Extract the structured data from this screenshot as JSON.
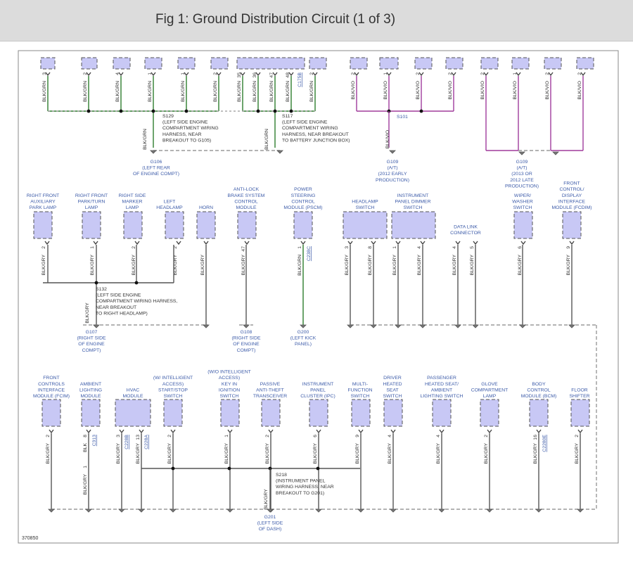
{
  "header": {
    "title": "Fig 1: Ground Distribution Circuit (1 of 3)"
  },
  "figure_number": "370850",
  "colors": {
    "component_fill": "#c8c8f5",
    "label_blue": "#3b5aa8",
    "wire_green": "#2e7d2e",
    "wire_violet": "#a03c9c",
    "wire_dark": "#555555",
    "ground_bus": "#9a9a9a"
  },
  "top": {
    "pins": [
      "3",
      "2",
      "4",
      "1",
      "1",
      "2",
      "35",
      "36",
      "47",
      "48",
      "2",
      "2",
      "1",
      "2",
      "2",
      "2",
      "1",
      "2",
      "2"
    ],
    "wires": [
      "BLK/GRN",
      "BLK/GRN",
      "BLK/GRN",
      "BLK/GRN",
      "BLK/GRN",
      "BLK/GRN",
      "BLK/GRN",
      "BLK/GRN",
      "BLK/GRN",
      "BLK/GRN",
      "BLK/GRN",
      "BLK/VIO",
      "BLK/VIO",
      "BLK/VIO",
      "BLK/VIO",
      "BLK/VIO",
      "BLK/VIO",
      "BLK/VIO",
      "BLK/VIO"
    ],
    "connector": "C175B",
    "splices": {
      "s129": [
        "S129",
        "(LEFT SIDE ENGINE",
        "COMPARTMENT WIRING",
        "HARNESS, NEAR",
        "BREAKOUT TO G105)"
      ],
      "s117": [
        "S117",
        "(LEFT SIDE ENGINE",
        "COMPARTMENT WIRING",
        "HARNESS, NEAR BREAKOUT",
        "TO BATTERY JUNCTION BOX)"
      ],
      "s101": [
        "S101"
      ]
    },
    "grounds": {
      "g106": [
        "G106",
        "(LEFT REAR",
        "OF ENGINE COMPT)"
      ],
      "g109a": [
        "G109",
        "(A/T)",
        "(2012 EARLY",
        "PRODUCTION)"
      ],
      "g109b": [
        "G109",
        "(A/T)",
        "(2013 OR",
        "2012 LATE",
        "PRODUCTION)"
      ]
    }
  },
  "middle": {
    "components": [
      {
        "lines": [
          "RIGHT FRONT",
          "AUXILIARY",
          "PARK LAMP"
        ],
        "pin": "2",
        "wire": "BLK/GRY"
      },
      {
        "lines": [
          "RIGHT FRONT",
          "PARK/TURN",
          "LAMP"
        ],
        "pin": "1",
        "wire": "BLK/GRY"
      },
      {
        "lines": [
          "RIGHT SIDE",
          "MARKER",
          "LAMP"
        ],
        "pin": "2",
        "wire": "BLK/GRY"
      },
      {
        "lines": [
          "LEFT",
          "HEADLAMP"
        ],
        "pin": "2",
        "wire": "BLK/GRY"
      },
      {
        "lines": [
          "HORN"
        ],
        "pin": "",
        "wire": "BLK/GRY"
      },
      {
        "lines": [
          "ANTI-LOCK",
          "BRAKE SYSTEM",
          "CONTROL",
          "MODULE"
        ],
        "pin": "47",
        "wire": "BLK/GRY"
      },
      {
        "lines": [
          "POWER",
          "STEERING",
          "CONTROL",
          "MODULE (PSCM)"
        ],
        "pin": "1",
        "wire": "BLK/GRN",
        "connector": "C238C"
      },
      {
        "lines": [
          "HEADLAMP",
          "SWITCH"
        ],
        "pins": [
          "3",
          "8"
        ],
        "wire": "BLK/GRY"
      },
      {
        "lines": [
          "INSTRUMENT",
          "PANEL DIMMER",
          "SWITCH"
        ],
        "pins": [
          "1",
          "4"
        ],
        "wire": "BLK/GRY"
      },
      {
        "lines": [
          "DATA LINK",
          "CONNECTOR"
        ],
        "pins": [
          "4",
          "5"
        ],
        "wire": "BLK/GRY"
      },
      {
        "lines": [
          "WIPER/",
          "WASHER",
          "SWITCH"
        ],
        "pin": "6",
        "wire": "BLK/GRY"
      },
      {
        "lines": [
          "FRONT",
          "CONTROL/",
          "DISPLAY",
          "INTERFACE",
          "MODULE (FCDIM)"
        ],
        "pin": "9",
        "wire": "BLK/GRY"
      }
    ],
    "splice_s132": [
      "S132",
      "(LEFT SIDE ENGINE",
      "COMPARTMENT WIRING HARNESS,",
      "NEAR BREAKOUT",
      "TO RIGHT HEADLAMP)"
    ],
    "grounds": {
      "g107": [
        "G107",
        "(RIGHT SIDE",
        "OF ENGINE",
        "COMPT)"
      ],
      "g108": [
        "G108",
        "(RIGHT SIDE",
        "OF ENGINE",
        "COMPT)"
      ],
      "g200": [
        "G200",
        "(LEFT KICK",
        "PANEL)"
      ]
    }
  },
  "bottom": {
    "components": [
      {
        "lines": [
          "FRONT",
          "CONTROLS",
          "INTERFACE",
          "MODULE (FCIM)"
        ],
        "pin": "2",
        "wire": "BLK/GRY"
      },
      {
        "lines": [
          "AMBIENT",
          "LIGHTING",
          "MODULE"
        ],
        "pin": "8",
        "wire": "BLK",
        "connector": "C313",
        "pin2": "1",
        "wire2": "BLK/GRY"
      },
      {
        "lines": [
          "HVAC",
          "MODULE"
        ],
        "pins": [
          "3",
          "13"
        ],
        "wire": "BLK/GRY",
        "connectors": [
          "C228B",
          "C228A"
        ]
      },
      {
        "lines": [
          "(W/ INTELLIGENT",
          "ACCESS)",
          "START/STOP",
          "SWITCH"
        ],
        "pin": "2",
        "wire": "BLK/GRY"
      },
      {
        "lines": [
          "(W/O INTELLIGENT",
          "ACCESS)",
          "KEY IN",
          "IGNITION",
          "SWITCH"
        ],
        "pin": "1",
        "wire": "BLK/GRY"
      },
      {
        "lines": [
          "PASSIVE",
          "ANTI-THEFT",
          "TRANSCEIVER"
        ],
        "pin": "2",
        "wire": "BLK/GRY"
      },
      {
        "lines": [
          "INSTRUMENT",
          "PANEL",
          "CLUSTER (IPC)"
        ],
        "pin": "6",
        "wire": "BLK/GRY"
      },
      {
        "lines": [
          "MULTI-",
          "FUNCTION",
          "SWITCH"
        ],
        "pin": "9",
        "wire": "BLK/GRY"
      },
      {
        "lines": [
          "DRIVER",
          "HEATED",
          "SEAT",
          "SWITCH"
        ],
        "pin": "4",
        "wire": "BLK/GRY"
      },
      {
        "lines": [
          "PASSENGER",
          "HEATED SEAT/",
          "AMBIENT",
          "LIGHTING SWITCH"
        ],
        "pin": "4",
        "wire": "BLK/GRY"
      },
      {
        "lines": [
          "GLOVE",
          "COMPARTMENT",
          "LAMP"
        ],
        "pin": "2",
        "wire": "BLK/GRY"
      },
      {
        "lines": [
          "BODY",
          "CONTROL",
          "MODULE (BCM)"
        ],
        "pin": "16",
        "wire": "BLK/GRY",
        "connector": "C2280E"
      },
      {
        "lines": [
          "FLOOR",
          "SHIFTER"
        ],
        "pin": "2",
        "wire": "BLK/GRY"
      }
    ],
    "splice_s218": [
      "S218",
      "(INSTRUMENT PANEL",
      "WIRING HARNESS, NEAR",
      "BREAKOUT TO G201)"
    ],
    "ground_g201": [
      "G201",
      "(LEFT SIDE",
      "OF DASH)"
    ],
    "g201_wire": "BLK/GRY"
  }
}
